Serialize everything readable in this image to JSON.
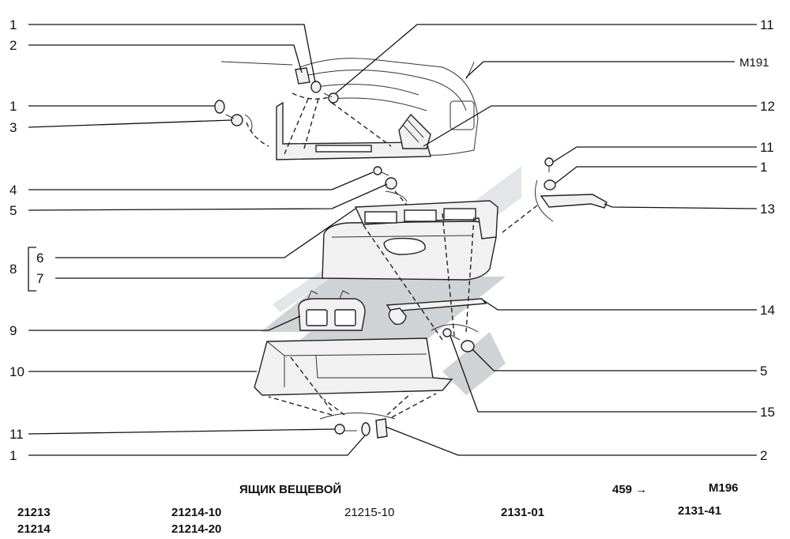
{
  "callouts_left": [
    {
      "id": "l1a",
      "text": "1"
    },
    {
      "id": "l2a",
      "text": "2"
    },
    {
      "id": "l1b",
      "text": "1"
    },
    {
      "id": "l3",
      "text": "3"
    },
    {
      "id": "l4",
      "text": "4"
    },
    {
      "id": "l5a",
      "text": "5"
    },
    {
      "id": "l8",
      "text": "8"
    },
    {
      "id": "l6",
      "text": "6"
    },
    {
      "id": "l7",
      "text": "7"
    },
    {
      "id": "l9",
      "text": "9"
    },
    {
      "id": "l10",
      "text": "10"
    },
    {
      "id": "l11c",
      "text": "11"
    },
    {
      "id": "l1d",
      "text": "1"
    }
  ],
  "callouts_right": [
    {
      "id": "r11a",
      "text": "11"
    },
    {
      "id": "rM191",
      "text": "M191"
    },
    {
      "id": "r12",
      "text": "12"
    },
    {
      "id": "r11b",
      "text": "11"
    },
    {
      "id": "r1",
      "text": "1"
    },
    {
      "id": "r13",
      "text": "13"
    },
    {
      "id": "r14",
      "text": "14"
    },
    {
      "id": "r5",
      "text": "5"
    },
    {
      "id": "r15",
      "text": "15"
    },
    {
      "id": "r2",
      "text": "2"
    }
  ],
  "title": "ЯЩИК ВЕЩЕВОЙ",
  "ref_arrow": "459 →",
  "ref_code": "M196",
  "models": [
    "21213",
    "21214",
    "21214-10",
    "21214-20",
    "21215-10",
    "2131-01",
    "2131-41"
  ]
}
